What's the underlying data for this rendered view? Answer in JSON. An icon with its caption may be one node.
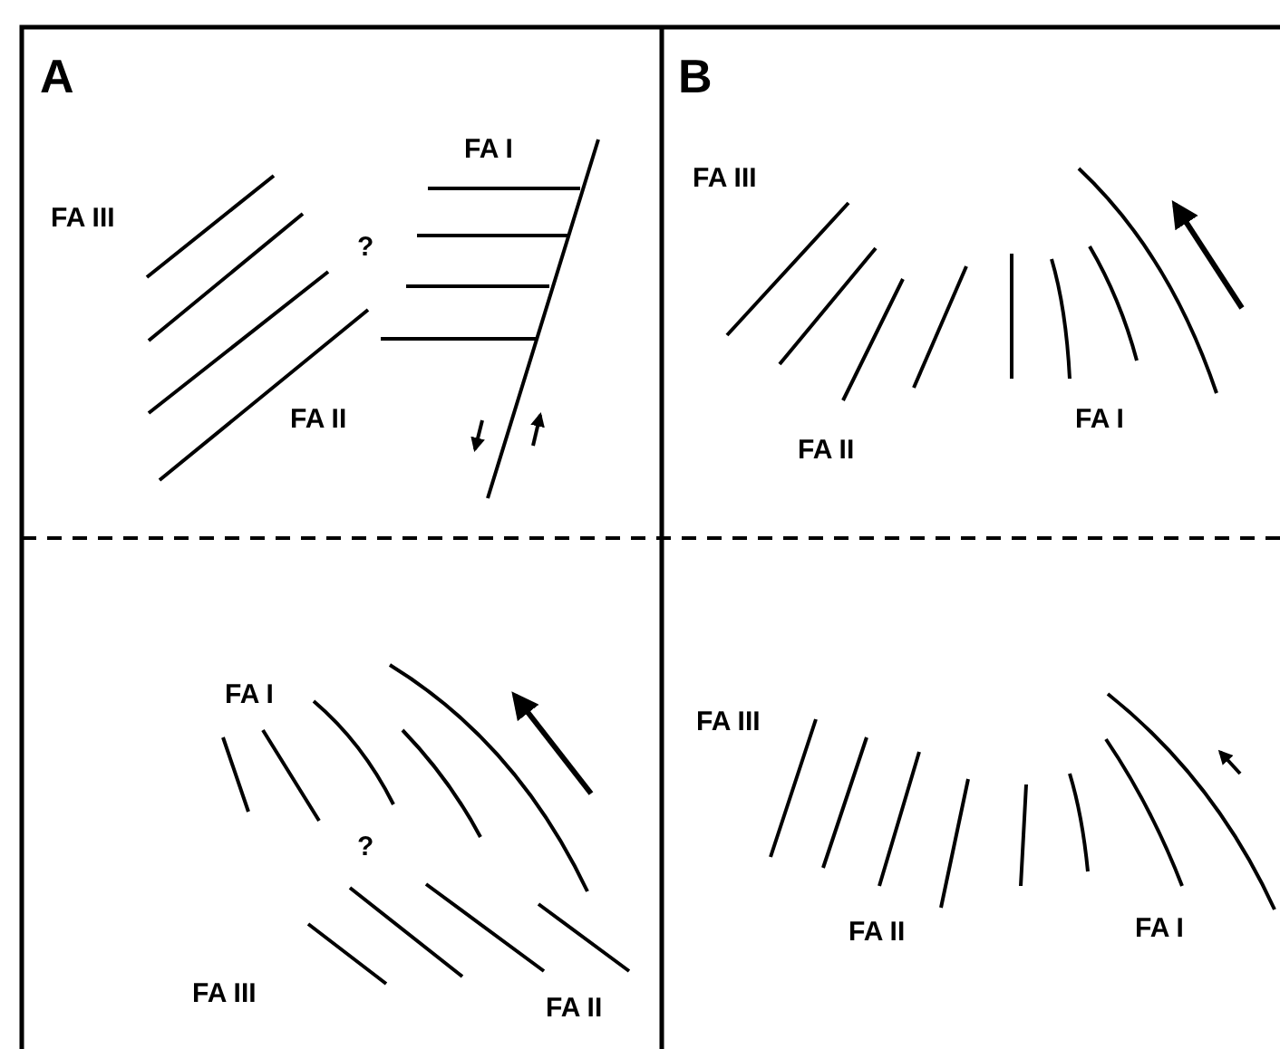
{
  "diagram": {
    "labels": [
      "A",
      "FA III",
      "?",
      "FA I",
      "FA II",
      "B",
      "FA III",
      "FA II",
      "FA I",
      "FA I",
      "?",
      "FA III",
      "FA II",
      "FA III",
      "FA II",
      "FA I"
    ]
  }
}
